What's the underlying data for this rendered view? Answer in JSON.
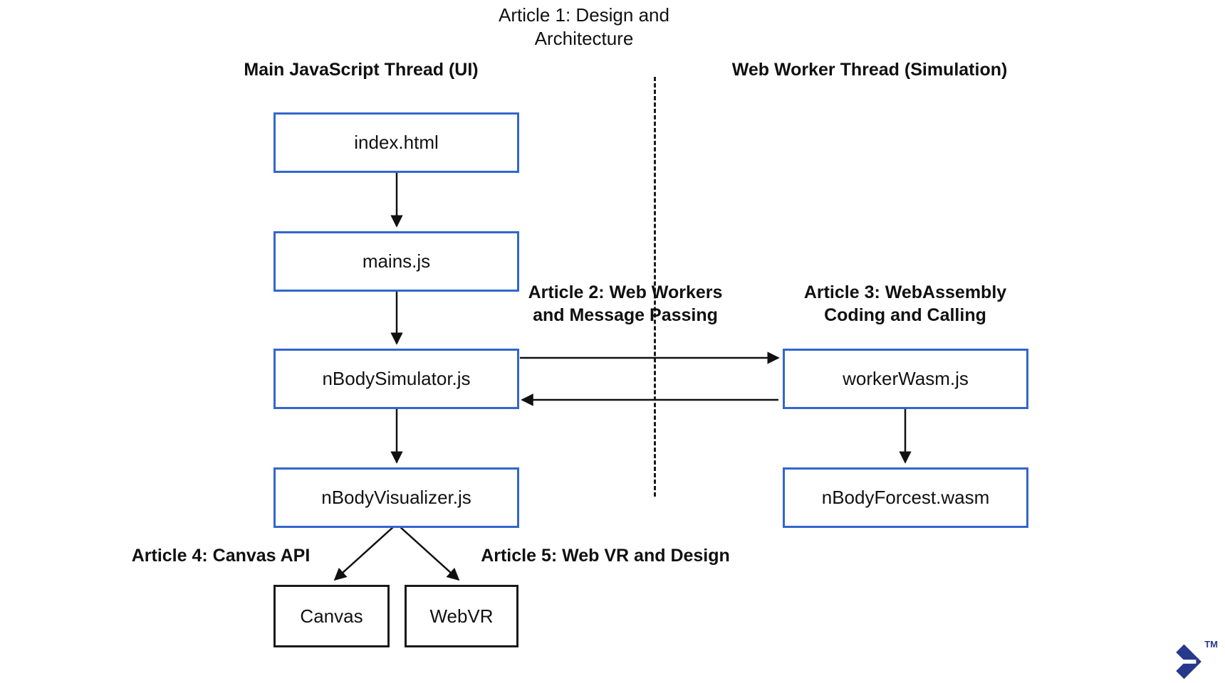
{
  "diagram": {
    "title": "Article 1: Design and\nArchitecture",
    "columns": [
      {
        "id": "main-thread",
        "label": "Main JavaScript Thread (UI)"
      },
      {
        "id": "worker-thread",
        "label": "Web Worker Thread (Simulation)"
      }
    ],
    "annotations": [
      {
        "id": "article-2",
        "label": "Article 2: Web Workers\nand Message Passing"
      },
      {
        "id": "article-3",
        "label": "Article 3: WebAssembly\nCoding and Calling"
      },
      {
        "id": "article-4",
        "label": "Article 4: Canvas API"
      },
      {
        "id": "article-5",
        "label": "Article 5: Web VR and Design"
      }
    ],
    "nodes": [
      {
        "id": "index-html",
        "label": "index.html",
        "style": "blue"
      },
      {
        "id": "mains-js",
        "label": "mains.js",
        "style": "blue"
      },
      {
        "id": "nbody-simulator",
        "label": "nBodySimulator.js",
        "style": "blue"
      },
      {
        "id": "nbody-visualizer",
        "label": "nBodyVisualizer.js",
        "style": "blue"
      },
      {
        "id": "canvas",
        "label": "Canvas",
        "style": "dark"
      },
      {
        "id": "webvr",
        "label": "WebVR",
        "style": "dark"
      },
      {
        "id": "worker-wasm",
        "label": "workerWasm.js",
        "style": "blue"
      },
      {
        "id": "nbody-forcest",
        "label": "nBodyForcest.wasm",
        "style": "blue"
      }
    ],
    "edges": [
      {
        "from": "index-html",
        "to": "mains-js",
        "direction": "down"
      },
      {
        "from": "mains-js",
        "to": "nbody-simulator",
        "direction": "down"
      },
      {
        "from": "nbody-simulator",
        "to": "worker-wasm",
        "direction": "right"
      },
      {
        "from": "worker-wasm",
        "to": "nbody-simulator",
        "direction": "left"
      },
      {
        "from": "nbody-simulator",
        "to": "nbody-visualizer",
        "direction": "down"
      },
      {
        "from": "nbody-visualizer",
        "to": "canvas",
        "direction": "down-left"
      },
      {
        "from": "nbody-visualizer",
        "to": "webvr",
        "direction": "down-right"
      },
      {
        "from": "worker-wasm",
        "to": "nbody-forcest",
        "direction": "down"
      }
    ],
    "divider": {
      "id": "thread-boundary",
      "style": "dashed"
    },
    "colors": {
      "node_border_blue": "#3366CC",
      "node_border_dark": "#1a1a1a",
      "edge": "#111111",
      "text": "#111111",
      "background": "#ffffff",
      "logo": "#27398a"
    },
    "watermark": {
      "trademark": "TM"
    }
  }
}
